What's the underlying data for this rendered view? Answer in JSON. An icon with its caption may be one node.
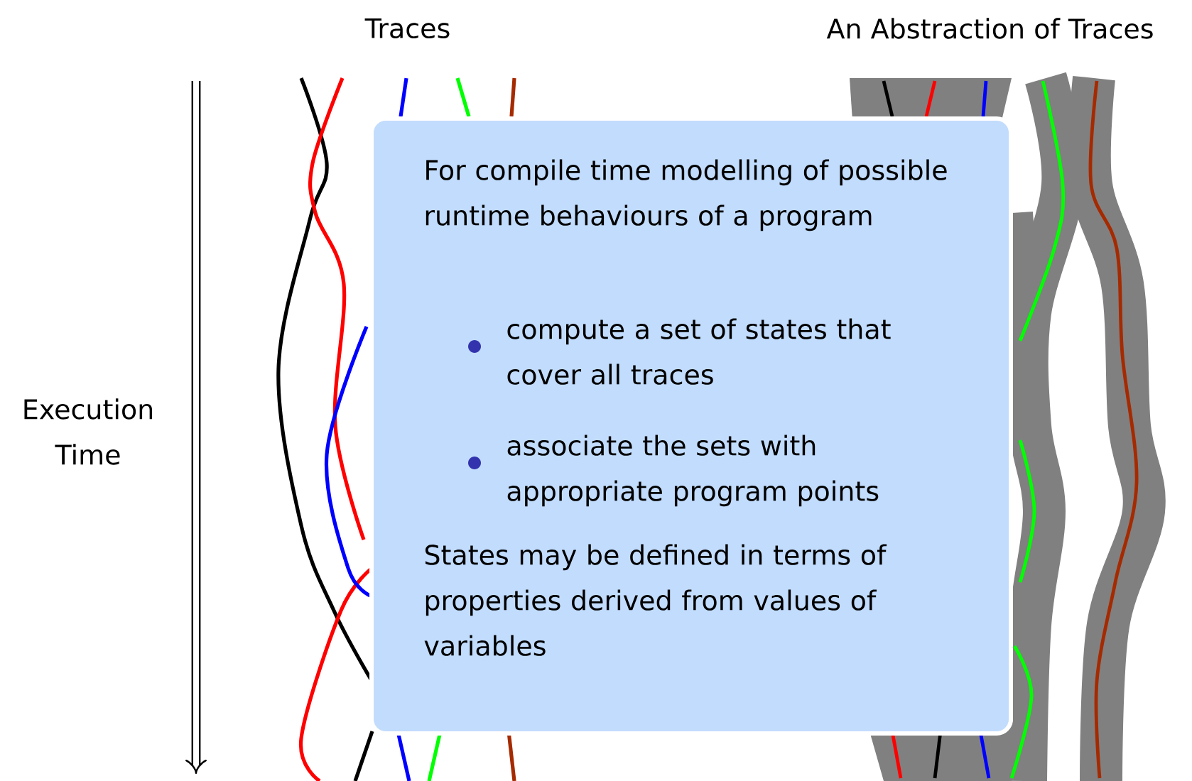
{
  "diagram": {
    "nodes": [
      {
        "text": [
          "For compile time modelling of possible runtime behaviours of a program",
          "compute a set of states that cover all traces",
          "associate the sets with appropriate program points",
          "States may be defined in terms of properties derived from values of variables"
        ]
      }
    ],
    "labels": [
      "Traces",
      "An Abstraction of Traces",
      "Execution Time"
    ]
  }
}
